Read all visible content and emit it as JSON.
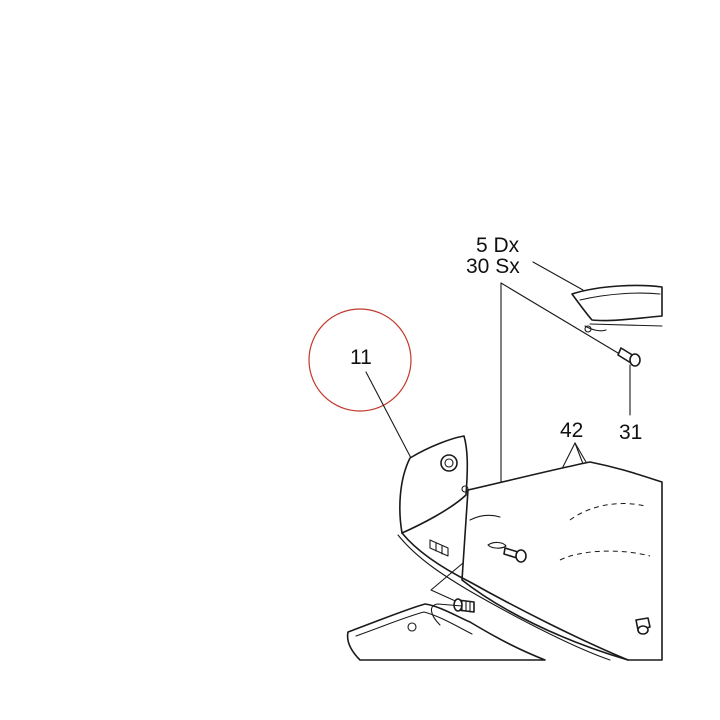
{
  "diagram": {
    "callouts": {
      "part_11": "11",
      "part_5_dx": "5 Dx",
      "part_30_sx": "30 Sx",
      "part_31": "31",
      "part_42": "42"
    },
    "colors": {
      "highlight_circle": "#c0392b",
      "line_art": "#1a1a1a",
      "background": "#ffffff"
    }
  }
}
